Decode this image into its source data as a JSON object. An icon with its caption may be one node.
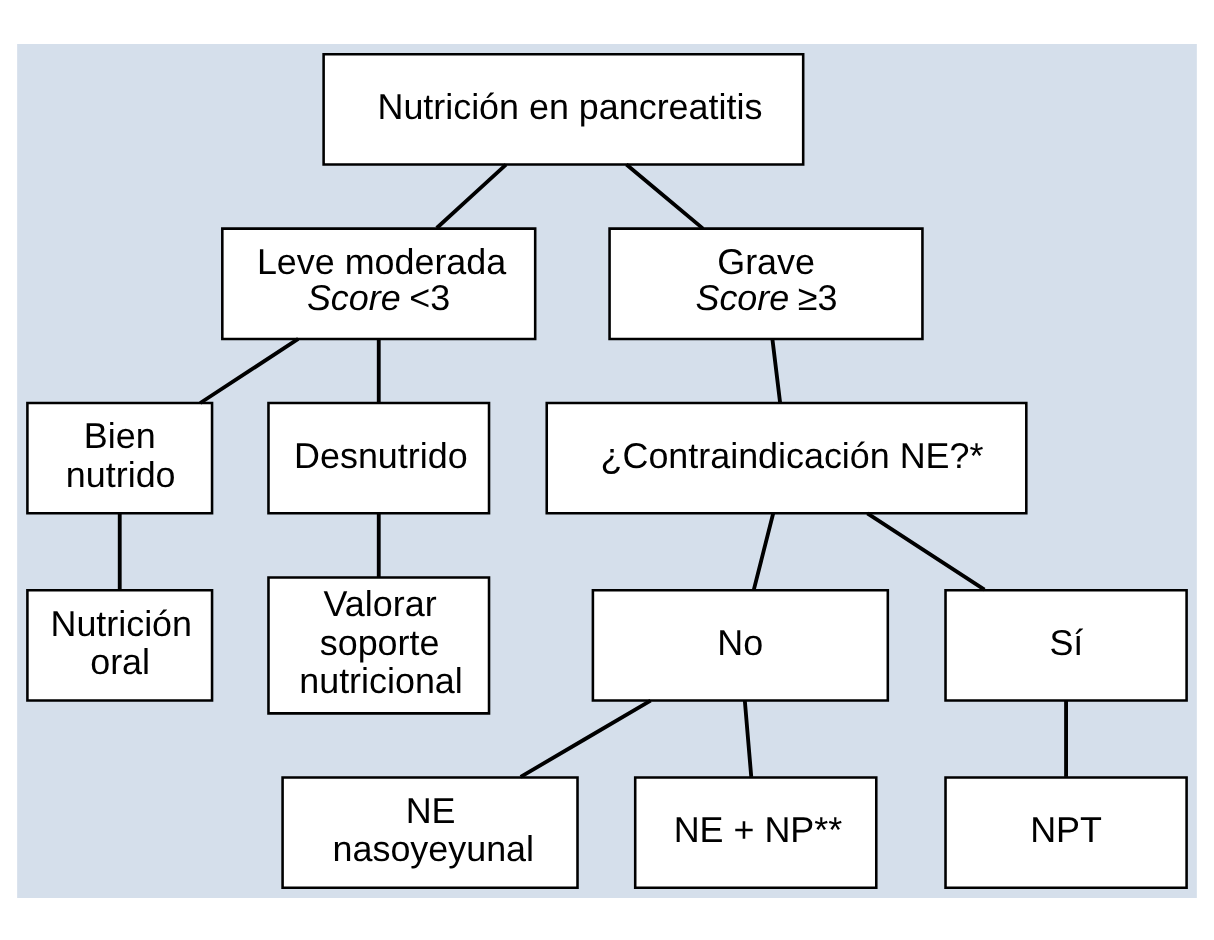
{
  "diagram": {
    "nodes": [
      {
        "text": [
          "Nutrición en pancreatitis"
        ]
      },
      {
        "text": [
          "Leve moderada",
          "*Score* <3"
        ]
      },
      {
        "text": [
          "Grave",
          "*Score* ≥3"
        ]
      },
      {
        "text": [
          "Bien nutrido"
        ]
      },
      {
        "text": [
          "Desnutrido"
        ]
      },
      {
        "text": [
          "¿Contraindicación NE?*"
        ]
      },
      {
        "text": [
          "Nutrición oral"
        ]
      },
      {
        "text": [
          "Valorar soporte nutricional"
        ]
      },
      {
        "text": [
          "No"
        ]
      },
      {
        "text": [
          "Sí"
        ]
      },
      {
        "text": [
          "NE nasoyeyunal"
        ]
      },
      {
        "text": [
          "NE + NP**"
        ]
      },
      {
        "text": [
          "NPT"
        ]
      }
    ],
    "edges": [
      {
        "from": 0,
        "to": 1,
        "arrow": "none"
      },
      {
        "from": 0,
        "to": 2,
        "arrow": "none"
      },
      {
        "from": 1,
        "to": 3,
        "arrow": "none"
      },
      {
        "from": 1,
        "to": 4,
        "arrow": "none"
      },
      {
        "from": 2,
        "to": 5,
        "arrow": "none"
      },
      {
        "from": 3,
        "to": 6,
        "arrow": "none"
      },
      {
        "from": 4,
        "to": 7,
        "arrow": "none"
      },
      {
        "from": 5,
        "to": 8,
        "arrow": "none"
      },
      {
        "from": 5,
        "to": 9,
        "arrow": "none"
      },
      {
        "from": 8,
        "to": 10,
        "arrow": "none"
      },
      {
        "from": 8,
        "to": 11,
        "arrow": "none"
      },
      {
        "from": 9,
        "to": 12,
        "arrow": "none"
      }
    ]
  }
}
